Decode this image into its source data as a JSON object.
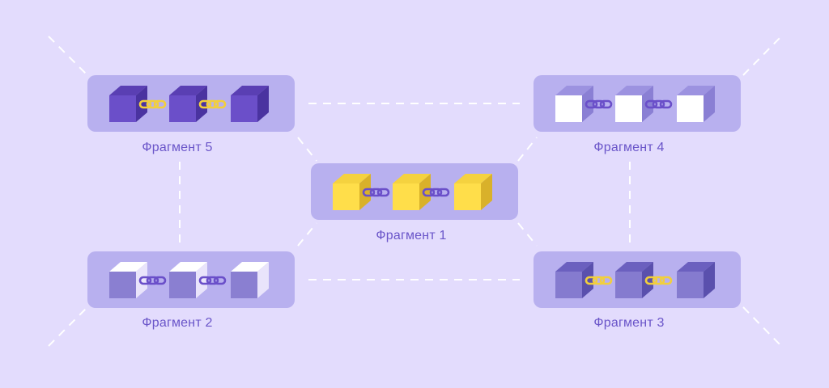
{
  "colors": {
    "background": "#e3dcfd",
    "panel": "#b8b0ef",
    "dash": "#ffffff",
    "label": "#6a55c9",
    "chain_gold": "#f2cf3c",
    "chain_purple": "#6a4fc9"
  },
  "fragments": [
    {
      "label": "Фрагмент 5",
      "cube": {
        "front": "#6b4fc9",
        "top": "#5a3fb3",
        "side": "#4a33a0"
      },
      "chain": "gold"
    },
    {
      "label": "Фрагмент 4",
      "cube": {
        "front": "#ffffff",
        "top": "#9c92e0",
        "side": "#8a7fd4"
      },
      "chain": "purple"
    },
    {
      "label": "Фрагмент 1",
      "cube": {
        "front": "#ffde4a",
        "top": "#f5d23f",
        "side": "#d9b12a"
      },
      "chain": "purple"
    },
    {
      "label": "Фрагмент 2",
      "cube": {
        "front": "#8a7fd1",
        "top": "#ffffff",
        "side": "#e9e4fb"
      },
      "chain": "purple"
    },
    {
      "label": "Фрагмент 3",
      "cube": {
        "front": "#857bcf",
        "top": "#6b60bf",
        "side": "#5a50ad"
      },
      "chain": "gold"
    }
  ]
}
